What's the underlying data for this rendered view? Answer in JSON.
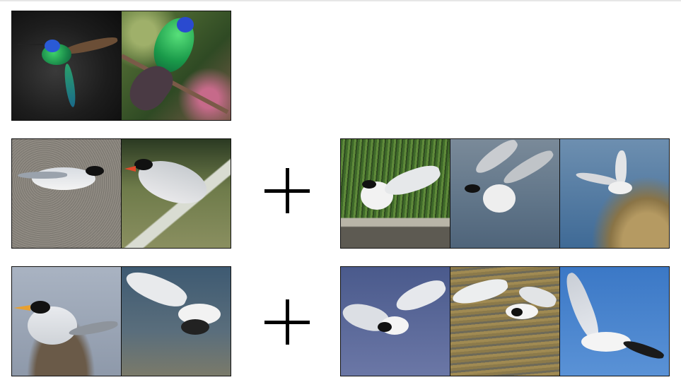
{
  "rows": [
    {
      "left_group": [
        {
          "scene": "hummingbird-dark",
          "icon": "hummingbird-icon"
        },
        {
          "scene": "hummingbird-branch",
          "icon": "hummingbird-icon"
        }
      ],
      "has_plus": false,
      "right_group": []
    },
    {
      "left_group": [
        {
          "scene": "tern-sand",
          "icon": "tern-icon"
        },
        {
          "scene": "tern-fence",
          "icon": "tern-icon"
        }
      ],
      "has_plus": true,
      "right_group": [
        {
          "scene": "tern-reeds",
          "icon": "tern-icon"
        },
        {
          "scene": "tern-water-landing",
          "icon": "tern-icon"
        },
        {
          "scene": "tern-flying-rock",
          "icon": "tern-icon"
        }
      ]
    },
    {
      "left_group": [
        {
          "scene": "tern-rock-perch",
          "icon": "tern-icon"
        },
        {
          "scene": "tern-diving",
          "icon": "tern-icon"
        }
      ],
      "has_plus": true,
      "right_group": [
        {
          "scene": "tern-flight-purple-sky",
          "icon": "tern-icon"
        },
        {
          "scene": "tern-fishing-sea",
          "icon": "tern-icon"
        },
        {
          "scene": "tern-blue-sky",
          "icon": "tern-icon"
        }
      ]
    }
  ],
  "colors": {
    "border": "#111111",
    "plus": "#000000",
    "background": "#ffffff"
  }
}
